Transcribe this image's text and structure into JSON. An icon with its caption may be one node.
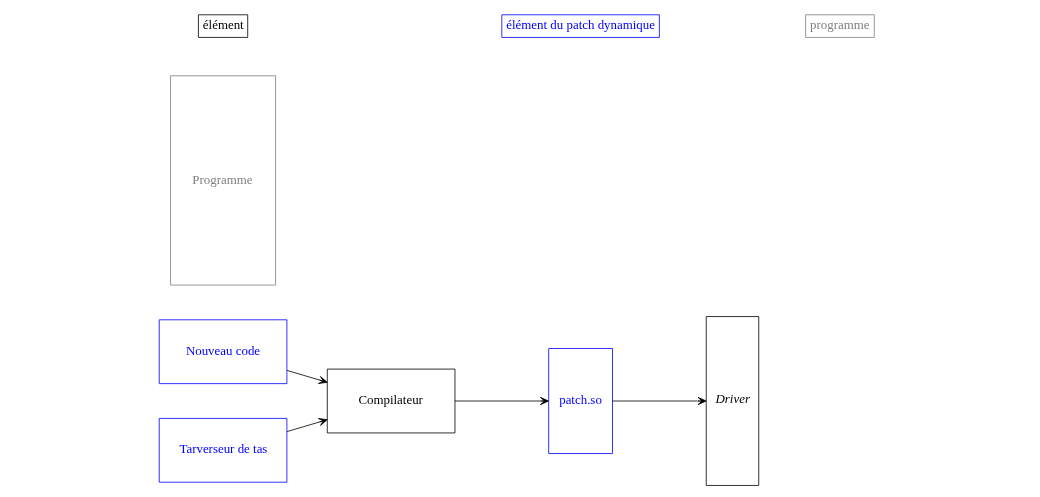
{
  "diagram": {
    "nodes": [
      {
        "text": [
          "Nouveau code"
        ]
      },
      {
        "text": [
          "Tarverseur de tas"
        ]
      },
      {
        "text": [
          "Compilateur"
        ]
      },
      {
        "text": [
          "patch.so"
        ]
      },
      {
        "text": [
          "Driver"
        ]
      },
      {
        "text": [
          "Programme"
        ]
      }
    ],
    "edges": [
      {
        "from": 0,
        "to": 2,
        "arrow": "to"
      },
      {
        "from": 1,
        "to": 2,
        "arrow": "to"
      },
      {
        "from": 2,
        "to": 3,
        "arrow": "to"
      },
      {
        "from": 3,
        "to": 4,
        "arrow": "to"
      }
    ],
    "legend": [
      {
        "text": "élément",
        "color": "#000000"
      },
      {
        "text": "élément du patch dynamique",
        "color": "#0000ff"
      },
      {
        "text": "programme",
        "color": "#808080"
      }
    ]
  }
}
